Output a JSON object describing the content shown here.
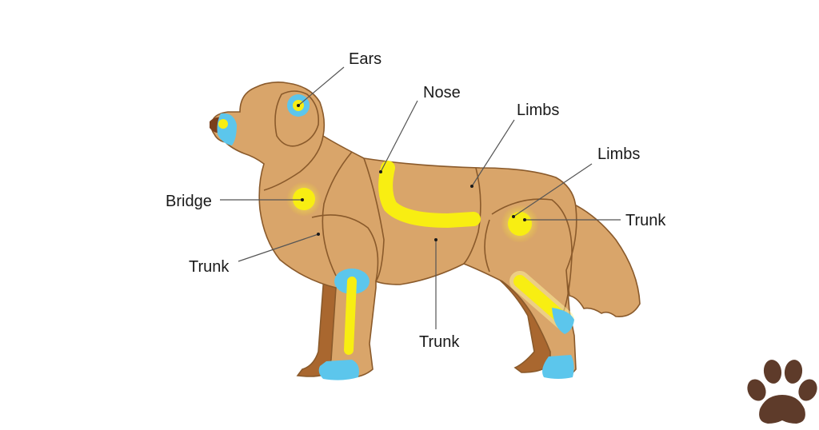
{
  "diagram": {
    "labels": {
      "ears": "Ears",
      "nose": "Nose",
      "limbs_top": "Limbs",
      "limbs_right": "Limbs",
      "bridge": "Bridge",
      "trunk_right": "Trunk",
      "trunk_left": "Trunk",
      "trunk_bottom": "Trunk"
    },
    "colors": {
      "coat": "#d9a56a",
      "coat_dark": "#a9672f",
      "outline": "#8a5a2b",
      "highlight_yellow": "#f8ee12",
      "highlight_blue": "#5cc6ec",
      "nose": "#7a3f1c",
      "paw_icon": "#5e3b2a"
    },
    "icons": [
      "paw-icon"
    ]
  }
}
